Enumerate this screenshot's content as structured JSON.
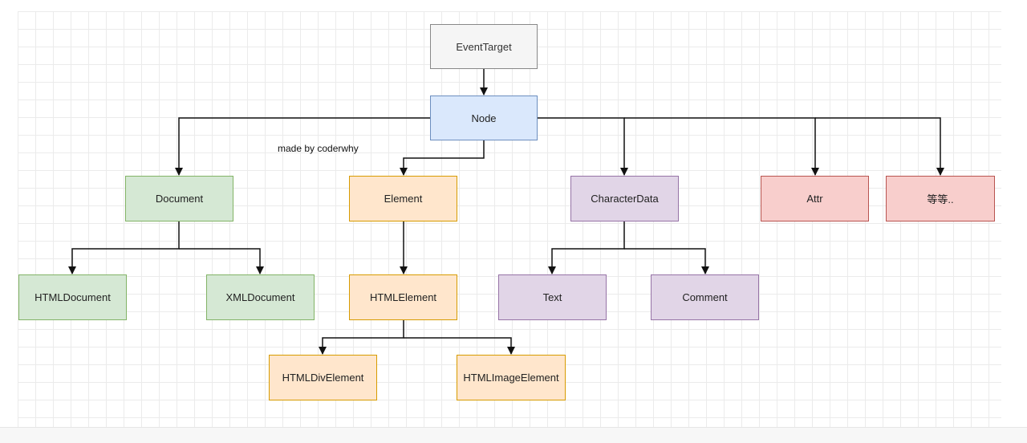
{
  "diagram": {
    "watermark": "made by coderwhy",
    "nodes": {
      "event_target": "EventTarget",
      "node": "Node",
      "document": "Document",
      "element": "Element",
      "character_data": "CharacterData",
      "attr": "Attr",
      "etc": "等等..",
      "html_document": "HTMLDocument",
      "xml_document": "XMLDocument",
      "html_element": "HTMLElement",
      "text": "Text",
      "comment": "Comment",
      "html_div_element": "HTMLDivElement",
      "html_image_element": "HTMLImageElement"
    },
    "edges": [
      [
        "EventTarget",
        "Node"
      ],
      [
        "Node",
        "Document"
      ],
      [
        "Node",
        "Element"
      ],
      [
        "Node",
        "CharacterData"
      ],
      [
        "Node",
        "Attr"
      ],
      [
        "Node",
        "等等.."
      ],
      [
        "Document",
        "HTMLDocument"
      ],
      [
        "Document",
        "XMLDocument"
      ],
      [
        "Element",
        "HTMLElement"
      ],
      [
        "HTMLElement",
        "HTMLDivElement"
      ],
      [
        "HTMLElement",
        "HTMLImageElement"
      ],
      [
        "CharacterData",
        "Text"
      ],
      [
        "CharacterData",
        "Comment"
      ]
    ],
    "colors": {
      "root": "#f5f5f5",
      "node": "#dae8fc",
      "document_family": "#d5e8d4",
      "element_family": "#ffe6cc",
      "character_data_family": "#e1d5e7",
      "attr_family": "#f8cecc"
    }
  }
}
